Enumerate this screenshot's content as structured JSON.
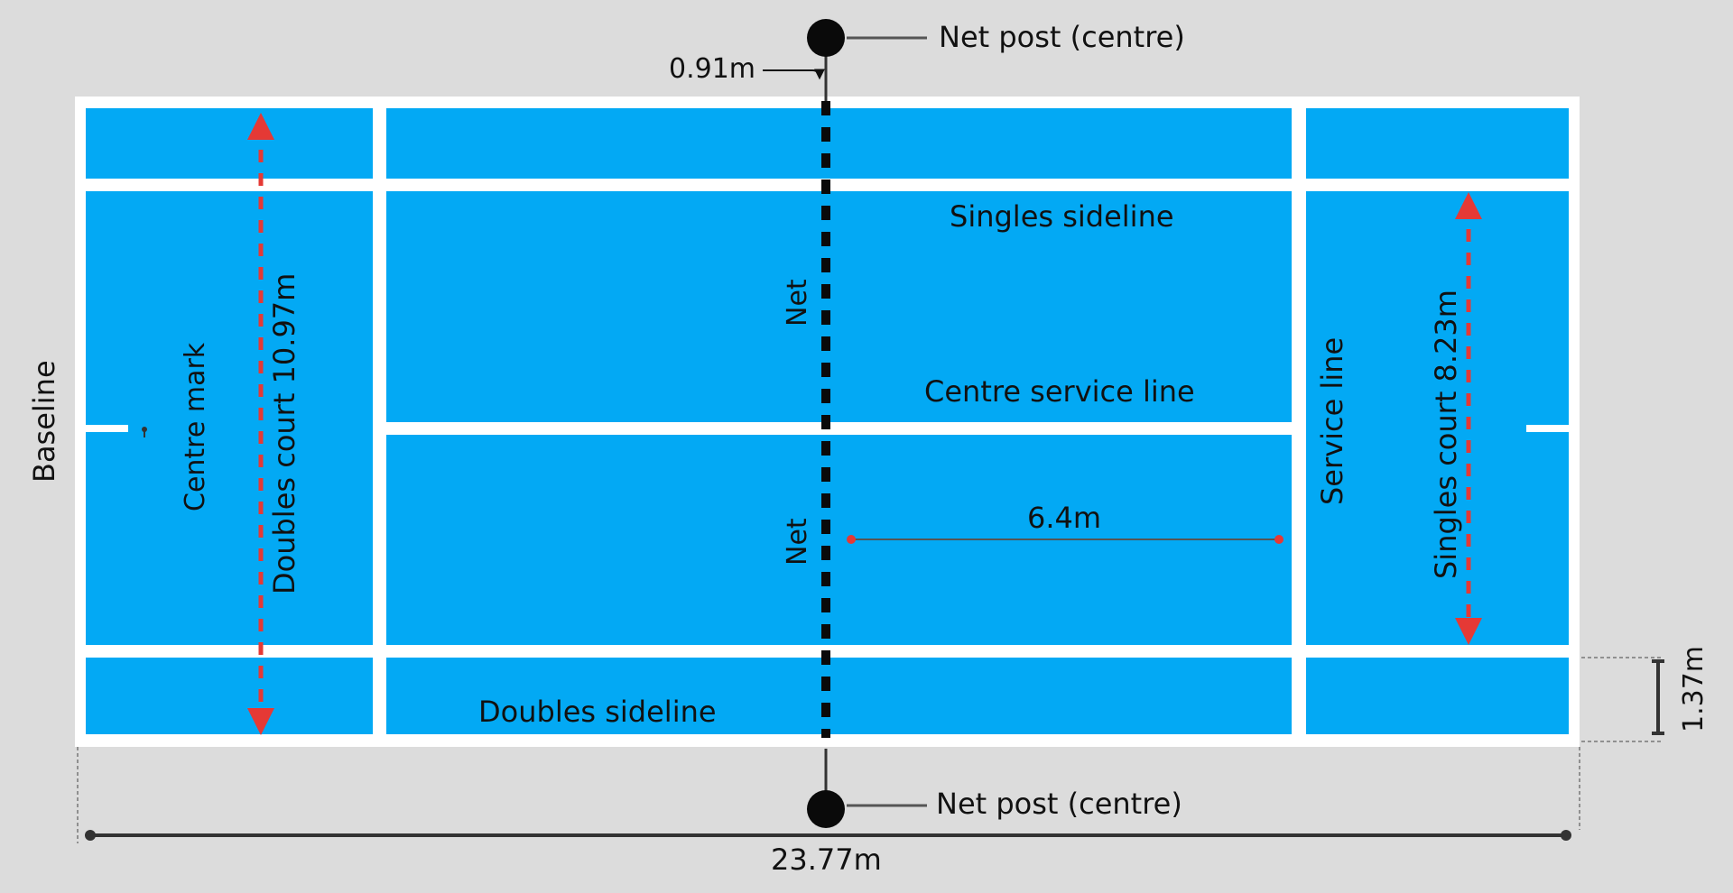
{
  "colors": {
    "background": "#dcdcdc",
    "court": "#03a9f4",
    "lines": "#ffffff",
    "net": "#0a0a0a",
    "arrow": "#e53935",
    "dimension": "#333333"
  },
  "labels": {
    "net_post_top": "Net post (centre)",
    "net_post_bottom": "Net post (centre)",
    "net_height": "0.91m",
    "baseline": "Baseline",
    "centre_mark": "Centre mark",
    "doubles_court": "Doubles court 10.97m",
    "net_upper": "Net",
    "net_lower": "Net",
    "singles_sideline": "Singles sideline",
    "centre_service_line": "Centre service line",
    "service_distance": "6.4m",
    "service_line": "Service line",
    "singles_court": "Singles court 8.23m",
    "doubles_sideline": "Doubles sideline",
    "alley_width": "1.37m",
    "court_length": "23.77m"
  },
  "icons": [
    "net-post-icon",
    "net-post-icon"
  ]
}
